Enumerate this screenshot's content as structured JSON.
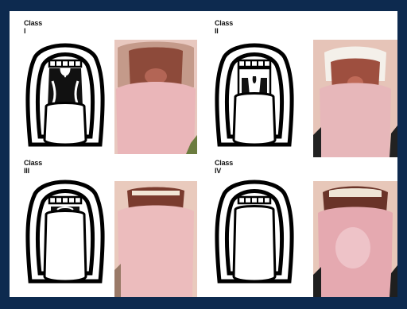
{
  "figure": {
    "panels": [
      {
        "label": "Class I"
      },
      {
        "label": "Class II"
      },
      {
        "label": "Class III"
      },
      {
        "label": "Class IV"
      }
    ]
  }
}
